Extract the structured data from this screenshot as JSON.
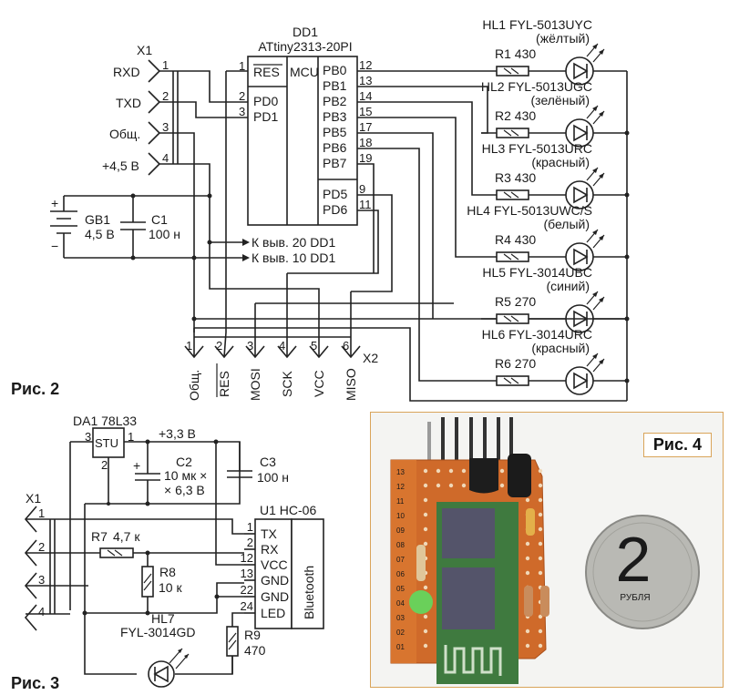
{
  "figures": {
    "fig2_label": "Рис. 2",
    "fig3_label": "Рис. 3",
    "fig4_label": "Рис. 4"
  },
  "fig2": {
    "mcu": {
      "ref": "DD1",
      "part": "ATtiny2313-20PI",
      "core_label": "MCU",
      "left_pins": [
        {
          "num": "1",
          "name": "RES"
        },
        {
          "num": "2",
          "name": "PD0"
        },
        {
          "num": "3",
          "name": "PD1"
        }
      ],
      "right_pins": [
        {
          "num": "12",
          "name": "PB0"
        },
        {
          "num": "13",
          "name": "PB1"
        },
        {
          "num": "14",
          "name": "PB2"
        },
        {
          "num": "15",
          "name": "PB3"
        },
        {
          "num": "17",
          "name": "PB5"
        },
        {
          "num": "18",
          "name": "PB6"
        },
        {
          "num": "19",
          "name": "PB7"
        },
        {
          "num": "9",
          "name": "PD5"
        },
        {
          "num": "11",
          "name": "PD6"
        }
      ]
    },
    "x1": {
      "ref": "X1",
      "pins": [
        {
          "num": "1",
          "name": "RXD"
        },
        {
          "num": "2",
          "name": "TXD"
        },
        {
          "num": "3",
          "name": "Общ."
        },
        {
          "num": "4",
          "name": "+4,5 В"
        }
      ]
    },
    "battery": {
      "ref": "GB1",
      "value": "4,5 В",
      "plus": "+",
      "minus": "−"
    },
    "c1": {
      "ref": "C1",
      "value": "100 н"
    },
    "power_notes": [
      "К выв. 20 DD1",
      "К выв. 10 DD1"
    ],
    "x2": {
      "ref": "X2",
      "pins": [
        {
          "num": "1",
          "name": "Общ."
        },
        {
          "num": "2",
          "name": "RES"
        },
        {
          "num": "3",
          "name": "MOSI"
        },
        {
          "num": "4",
          "name": "SCK"
        },
        {
          "num": "5",
          "name": "VCC"
        },
        {
          "num": "6",
          "name": "MISO"
        }
      ]
    },
    "leds": [
      {
        "hl": "HL1 FYL-5013UYC",
        "color": "(жёлтый)",
        "res": "R1 430"
      },
      {
        "hl": "HL2 FYL-5013UGC",
        "color": "(зелёный)",
        "res": "R2 430"
      },
      {
        "hl": "HL3 FYL-5013URC",
        "color": "(красный)",
        "res": "R3 430"
      },
      {
        "hl": "HL4 FYL-5013UWC/S",
        "color": "(белый)",
        "res": "R4 430"
      },
      {
        "hl": "HL5 FYL-3014UBC",
        "color": "(синий)",
        "res": "R5 270"
      },
      {
        "hl": "HL6 FYL-3014URC",
        "color": "(красный)",
        "res": "R6 270"
      }
    ]
  },
  "fig3": {
    "regulator": {
      "ref": "DA1 78L33",
      "body": "STU",
      "pin_in": "3",
      "pin_out": "1",
      "pin_gnd": "2"
    },
    "rail": "+3,3 В",
    "c2": {
      "ref": "C2",
      "value_line1": "10 мк ×",
      "value_line2": "× 6,3 В",
      "plus": "+"
    },
    "c3": {
      "ref": "C3",
      "value": "100 н"
    },
    "x1": {
      "ref": "X1",
      "pins": [
        "1",
        "2",
        "3",
        "4"
      ]
    },
    "r7": {
      "ref": "R7",
      "value": "4,7 к"
    },
    "r8": {
      "ref": "R8",
      "value": "10 к"
    },
    "r9": {
      "ref": "R9",
      "value": "470"
    },
    "hl7": {
      "ref": "HL7",
      "part": "FYL-3014GD"
    },
    "module": {
      "ref": "U1 HC-06",
      "side_label": "Bluetooth",
      "pins": [
        {
          "num": "1",
          "name": "TX"
        },
        {
          "num": "2",
          "name": "RX"
        },
        {
          "num": "12",
          "name": "VCC"
        },
        {
          "num": "13",
          "name": "GND"
        },
        {
          "num": "22",
          "name": "GND"
        },
        {
          "num": "24",
          "name": "LED"
        }
      ]
    }
  },
  "fig4": {
    "description": "Photo of assembled board with HC-06 module next to 2-ruble coin",
    "coin_text": "РУБЛЯ",
    "coin_digit": "2",
    "board_numbers": [
      "13",
      "12",
      "11",
      "10",
      "09",
      "08",
      "07",
      "06",
      "05",
      "04",
      "03",
      "02",
      "01"
    ]
  }
}
